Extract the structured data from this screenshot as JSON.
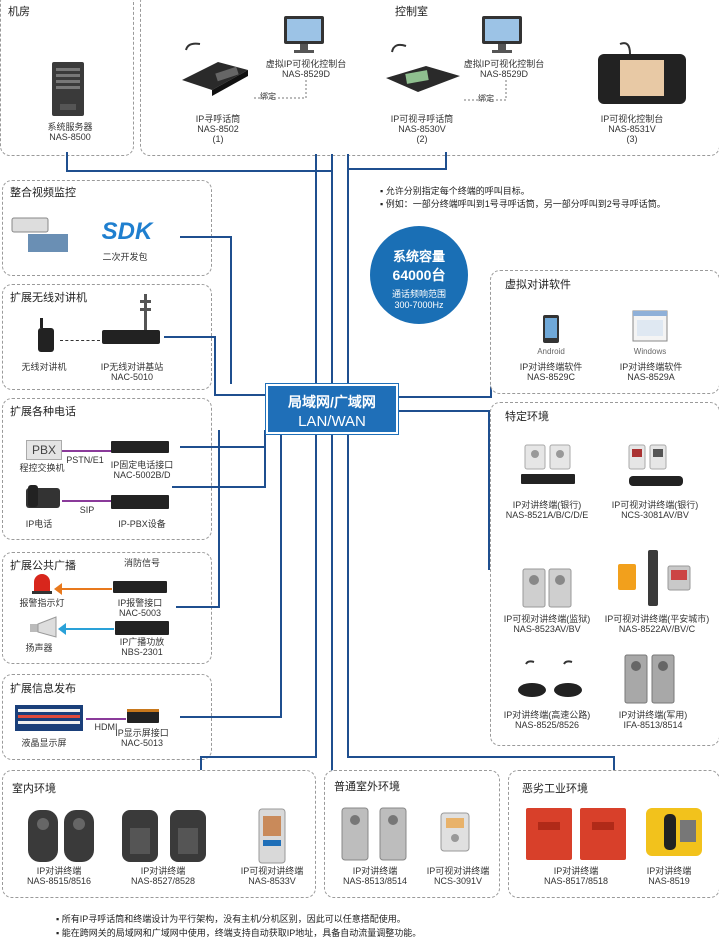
{
  "colors": {
    "accent": "#1f6fb8",
    "wire": "#1f4f8f",
    "badge": "#1a6fb5"
  },
  "top": {
    "room_title": "机房",
    "server_name": "系统服务器",
    "server_model": "NAS-8500",
    "ctrl_title": "控制室",
    "v1_name": "虚拟IP可视化控制台",
    "v1_model": "NAS-8529D",
    "bind1": "绑定",
    "p1_name": "IP寻呼话筒",
    "p1_model": "NAS-8502",
    "p1_idx": "(1)",
    "v2_name": "虚拟IP可视化控制台",
    "v2_model": "NAS-8529D",
    "bind2": "绑定",
    "p2_name": "IP可视寻呼话筒",
    "p2_model": "NAS-8530V",
    "p2_idx": "(2)",
    "p3_name": "IP可视化控制台",
    "p3_model": "NAS-8531V",
    "p3_idx": "(3)"
  },
  "notes_top": [
    "允许分别指定每个终端的呼叫目标。",
    "例如：一部分终端呼叫到1号寻呼话筒，另一部分呼叫到2号寻呼话筒。"
  ],
  "video": {
    "title": "整合视频监控",
    "sdk": "SDK",
    "sdk_sub": "二次开发包"
  },
  "wireless": {
    "title": "扩展无线对讲机",
    "radio": "无线对讲机",
    "base_name": "IP无线对讲基站",
    "base_model": "NAC-5010"
  },
  "phone": {
    "title": "扩展各种电话",
    "pbx": "PBX",
    "pbx_name": "程控交换机",
    "pstn": "PSTN/E1",
    "fixed_name": "IP固定电话接口",
    "fixed_model": "NAC-5002B/D",
    "ipphone": "IP电话",
    "sip": "SIP",
    "ippbx": "IP-PBX设备"
  },
  "broadcast": {
    "title": "扩展公共广播",
    "fire": "消防信号",
    "alarm_light": "报警指示灯",
    "alarm_name": "IP报警接口",
    "alarm_model": "NAC-5003",
    "amp_name": "IP广播功放",
    "amp_model": "NBS-2301",
    "speaker": "扬声器"
  },
  "info": {
    "title": "扩展信息发布",
    "lcd": "液晶显示屏",
    "hdmi": "HDMI",
    "disp_name": "IP显示屏接口",
    "disp_model": "NAC-5013"
  },
  "badge": {
    "l1": "系统容量",
    "l2": "64000台",
    "l3": "通话频响范围",
    "l4": "300-7000Hz"
  },
  "network": {
    "l1": "局域网/广域网",
    "l2": "LAN/WAN"
  },
  "virtual": {
    "title": "虚拟对讲软件",
    "android": "Android",
    "windows": "Windows",
    "a_name": "IP对讲终端软件",
    "a_model": "NAS-8529C",
    "w_name": "IP对讲终端软件",
    "w_model": "NAS-8529A"
  },
  "special": {
    "title": "特定环境",
    "bank1_name": "IP对讲终端(银行)",
    "bank1_model": "NAS-8521A/B/C/D/E",
    "bank2_name": "IP可视对讲终端(银行)",
    "bank2_model": "NCS-3081AV/BV",
    "prison_name": "IP可视对讲终端(监狱)",
    "prison_model": "NAS-8523AV/BV",
    "city_name": "IP可视对讲终端(平安城市)",
    "city_model": "NAS-8522AV/BV/C",
    "road_name": "IP对讲终端(高速公路)",
    "road_model": "NAS-8525/8526",
    "army_name": "IP对讲终端(军用)",
    "army_model": "IFA-8513/8514"
  },
  "indoor": {
    "title": "室内环境",
    "a_name": "IP对讲终端",
    "a_model": "NAS-8515/8516",
    "b_name": "IP对讲终端",
    "b_model": "NAS-8527/8528",
    "c_name": "IP可视对讲终端",
    "c_model": "NAS-8533V"
  },
  "outdoor": {
    "title": "普通室外环境",
    "a_name": "IP对讲终端",
    "a_model": "NAS-8513/8514",
    "b_name": "IP可视对讲终端",
    "b_model": "NCS-3091V"
  },
  "industrial": {
    "title": "恶劣工业环境",
    "a_name": "IP对讲终端",
    "a_model": "NAS-8517/8518",
    "b_name": "IP对讲终端",
    "b_model": "NAS-8519"
  },
  "footer": [
    "所有IP寻呼话筒和终端设计为平行架构，没有主机/分机区别，因此可以任意搭配使用。",
    "能在跨网关的局域网和广域网中使用，终端支持自动获取IP地址，具备自动流量调整功能。"
  ]
}
